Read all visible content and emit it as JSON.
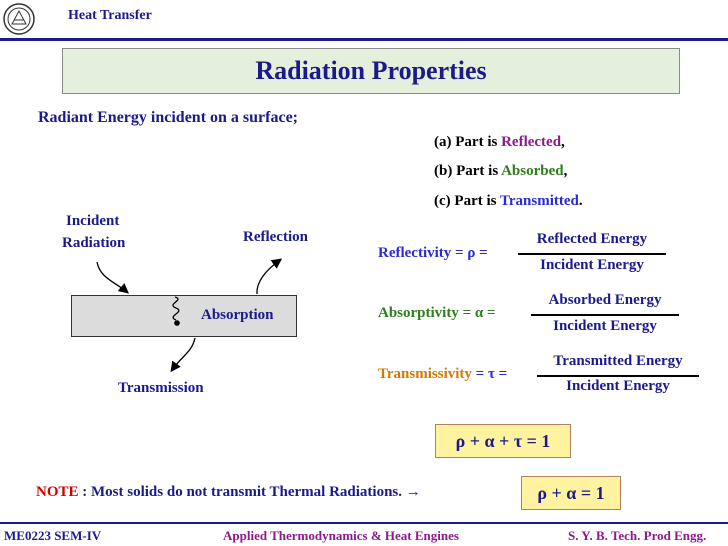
{
  "header": {
    "course": "Heat Transfer"
  },
  "title": "Radiation Properties",
  "intro": "Radiant Energy incident on a surface;",
  "list": [
    {
      "prefix": "(a)",
      "lead": "Part is ",
      "key": "Reflected",
      "tail": ","
    },
    {
      "prefix": "(b)",
      "lead": "Part is ",
      "key": "Absorbed",
      "tail": ","
    },
    {
      "prefix": "(c)",
      "lead": "Part is ",
      "key": "Transmitted",
      "tail": "."
    }
  ],
  "diagram": {
    "incident_1": "Incident",
    "incident_2": "Radiation",
    "reflection": "Reflection",
    "absorption": "Absorption",
    "transmission": "Transmission"
  },
  "equations": [
    {
      "label": "Reflectivity = ρ =",
      "numerator": "Reflected Energy",
      "denominator": "Incident Energy",
      "color": "#2a2ad6"
    },
    {
      "label": "Absorptivity = α =",
      "numerator": "Absorbed Energy",
      "denominator": "Incident Energy",
      "color": "#2e7d1e"
    },
    {
      "label_a": "Transmissivity",
      "label_b": " = τ =",
      "numerator": "Transmitted Energy",
      "denominator": "Incident Energy",
      "color": "#d27a00"
    }
  ],
  "sum1": "ρ + α + τ = 1",
  "note": {
    "key": "NOTE",
    "text": " : Most solids do not transmit Thermal Radiations. →"
  },
  "sum2": "ρ + α = 1",
  "footer": {
    "left": "ME0223 SEM-IV",
    "center": "Applied Thermodynamics & Heat Engines",
    "right": "S. Y. B. Tech. Prod Engg."
  },
  "colors": {
    "primary": "#1a1a8c",
    "reflected": "#8b1a8b",
    "absorbed": "#2e7d1e",
    "transmitted": "#2a2ad6",
    "transmissivity_label": "#d27a00",
    "note": "#cc0000",
    "title_bg": "#e4f0dc",
    "sum_bg": "#fff3a0"
  }
}
